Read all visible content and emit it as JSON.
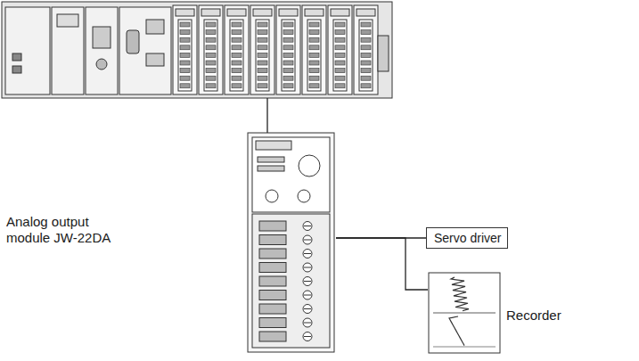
{
  "diagram": {
    "nodes": [
      {
        "text": [
          "Analog output module JW-22DA"
        ]
      },
      {
        "text": [
          "Servo driver"
        ]
      },
      {
        "text": [
          "Recorder"
        ]
      }
    ],
    "edges": [
      {
        "from": 0,
        "to": 1,
        "arrow": "none"
      },
      {
        "from": 0,
        "to": 2,
        "arrow": "none"
      }
    ]
  }
}
